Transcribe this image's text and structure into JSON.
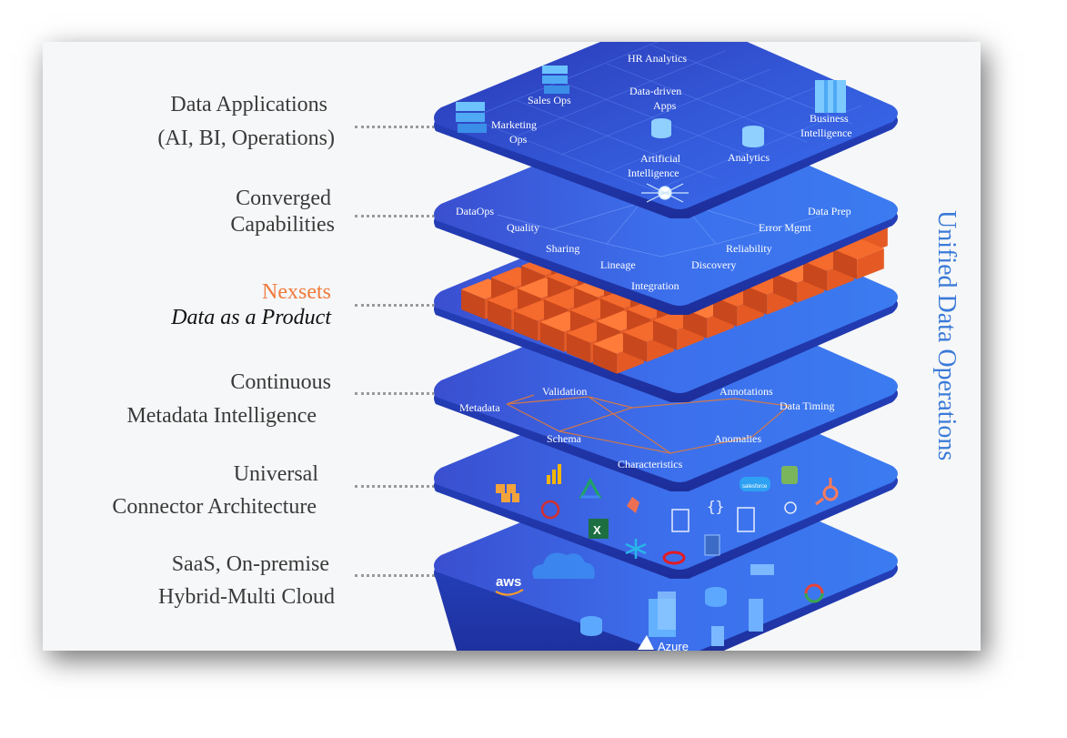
{
  "labels": {
    "data_applications": [
      "Data Applications",
      "(AI, BI, Operations)"
    ],
    "converged": [
      "Converged",
      "Capabilities"
    ],
    "nexsets": [
      "Nexsets",
      "Data as a Product"
    ],
    "metadata": [
      "Continuous",
      "Metadata Intelligence"
    ],
    "connector": [
      "Universal",
      "Connector Architecture"
    ],
    "cloud": [
      "SaaS, On-premise",
      "Hybrid-Multi Cloud"
    ]
  },
  "side_title": "Unified Data Operations",
  "layers": {
    "applications": [
      "HR Analytics",
      "Sales Ops",
      "Data-driven",
      "Apps",
      "Marketing",
      "Ops",
      "Business",
      "Intelligence",
      "Artificial",
      "Intelligence",
      "Analytics"
    ],
    "capabilities": [
      "DataOps",
      "Quality",
      "Sharing",
      "Lineage",
      "Integration",
      "Discovery",
      "Reliability",
      "Error Mgmt",
      "Data Prep"
    ],
    "metadata": [
      "Validation",
      "Metadata",
      "Schema",
      "Characteristics",
      "Anomalies",
      "Data Timing",
      "Annotations"
    ],
    "cloud": [
      "aws",
      "Azure"
    ],
    "connector_badge": "salesforce"
  },
  "colors": {
    "layer_top": "#3b6ae8",
    "layer_dark": "#2a2fa8",
    "cube": "#f26a30",
    "label": "#3a3a3a",
    "accent": "#f07a3c",
    "side": "#3a7ad8"
  }
}
